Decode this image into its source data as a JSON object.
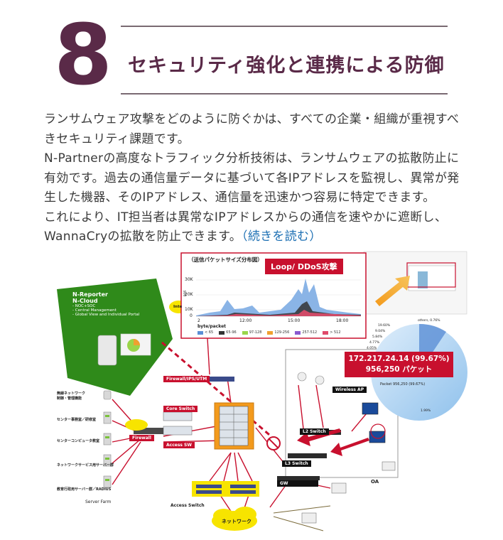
{
  "header": {
    "number": "8",
    "title": "セキュリティ強化と連携による防御"
  },
  "body": {
    "p1": "ランサムウェア攻撃をどのように防ぐかは、すべての企業・組織が重視すべきセキュリティ課題です。",
    "p2": "N-Partnerの高度なトラフィック分析技術は、ランサムウェアの拡散防止に有効です。過去の通信量データに基づいて各IPアドレスを監視し、異常が発生した機器、そのIPアドレス、通信量を迅速かつ容易に特定できます。",
    "p3": "これにより、IT担当者は異常なIPアドレスからの通信を速やかに遮断し、WannaCryの拡散を防止できます。",
    "read_more": "（続きを読む）"
  },
  "diagram": {
    "chart": {
      "title": "（送信パケットサイズ分布図）",
      "yunit": "pps",
      "yticks": [
        "30K",
        "20K",
        "10K",
        "0"
      ],
      "xticks": [
        "2",
        "12:00",
        "15:00",
        "18:00"
      ],
      "legend_title": "byte/packet",
      "legend": [
        {
          "label": "< 65",
          "color": "#5b8fd6"
        },
        {
          "label": "65-96",
          "color": "#333333"
        },
        {
          "label": "97-128",
          "color": "#9ad54a"
        },
        {
          "label": "129-256",
          "color": "#f0a030"
        },
        {
          "label": "257-512",
          "color": "#8a5ad0"
        },
        {
          "label": "> 512",
          "color": "#e04a6a"
        }
      ]
    },
    "loop_label": "Loop/ DDoS攻撃",
    "callout_ip": "172.217.24.14 (99.67%)",
    "callout_packets": "956,250 パケット",
    "nreporter": {
      "title1": "N-Reporter",
      "title2": "N-Cloud",
      "items": [
        "- NOC+SOC",
        "- Central Management",
        "- Global View and Individual Portal"
      ]
    },
    "labels": {
      "internet": "Inte",
      "firewall_ips": "Firewall/IPS/UTM",
      "core_switch": "Core Switch",
      "access_sw": "Access SW",
      "firewall": "Firewall",
      "wireless_ap": "Wireless AP",
      "l2_switch": "L2 Switch",
      "l3_switch": "L3 Switch",
      "gw": "GW",
      "oa": "OA",
      "access_switch": "Access Switch",
      "network": "ネットワーク",
      "server_farm": "Server Farm",
      "packet_note": "Packet 956,250 (99.67%)",
      "others": "others, 0.76%"
    },
    "left_servers": [
      "無線ネットワーク\n制御・管理機能",
      "センター事務室／研修室",
      "センターコンピュータ教室",
      "ネットワークサービス用サーバー群",
      "教育行政用サーバー群／RADIUS"
    ],
    "pie_pcts": [
      "19.60%",
      "9.04%",
      "5.84%",
      "4.77%",
      "4.05%"
    ],
    "pie_low": "1.99%"
  }
}
